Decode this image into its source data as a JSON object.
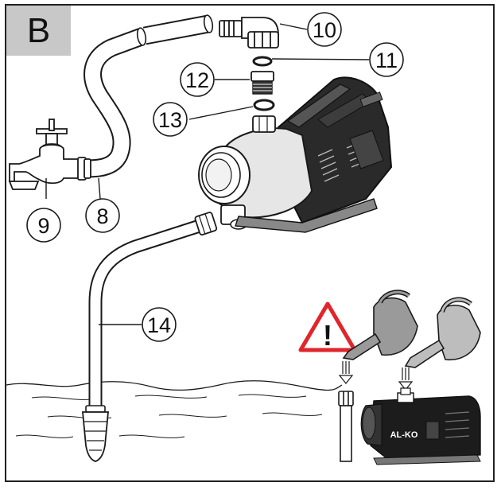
{
  "figure": {
    "panel_label": "B",
    "callouts": [
      {
        "id": "8",
        "label": "8"
      },
      {
        "id": "9",
        "label": "9"
      },
      {
        "id": "10",
        "label": "10"
      },
      {
        "id": "11",
        "label": "11"
      },
      {
        "id": "12",
        "label": "12"
      },
      {
        "id": "13",
        "label": "13"
      },
      {
        "id": "14",
        "label": "14"
      }
    ],
    "pump_brand": "AL-KO",
    "warning_symbol": "!",
    "colors": {
      "line": "#1a1a1a",
      "panel_fill": "#c8c8c8",
      "warning_red": "#e0262b",
      "can_dark": "#9a9a9a",
      "can_light": "#bdbdbd",
      "pump_dark": "#1c1c1c"
    }
  }
}
